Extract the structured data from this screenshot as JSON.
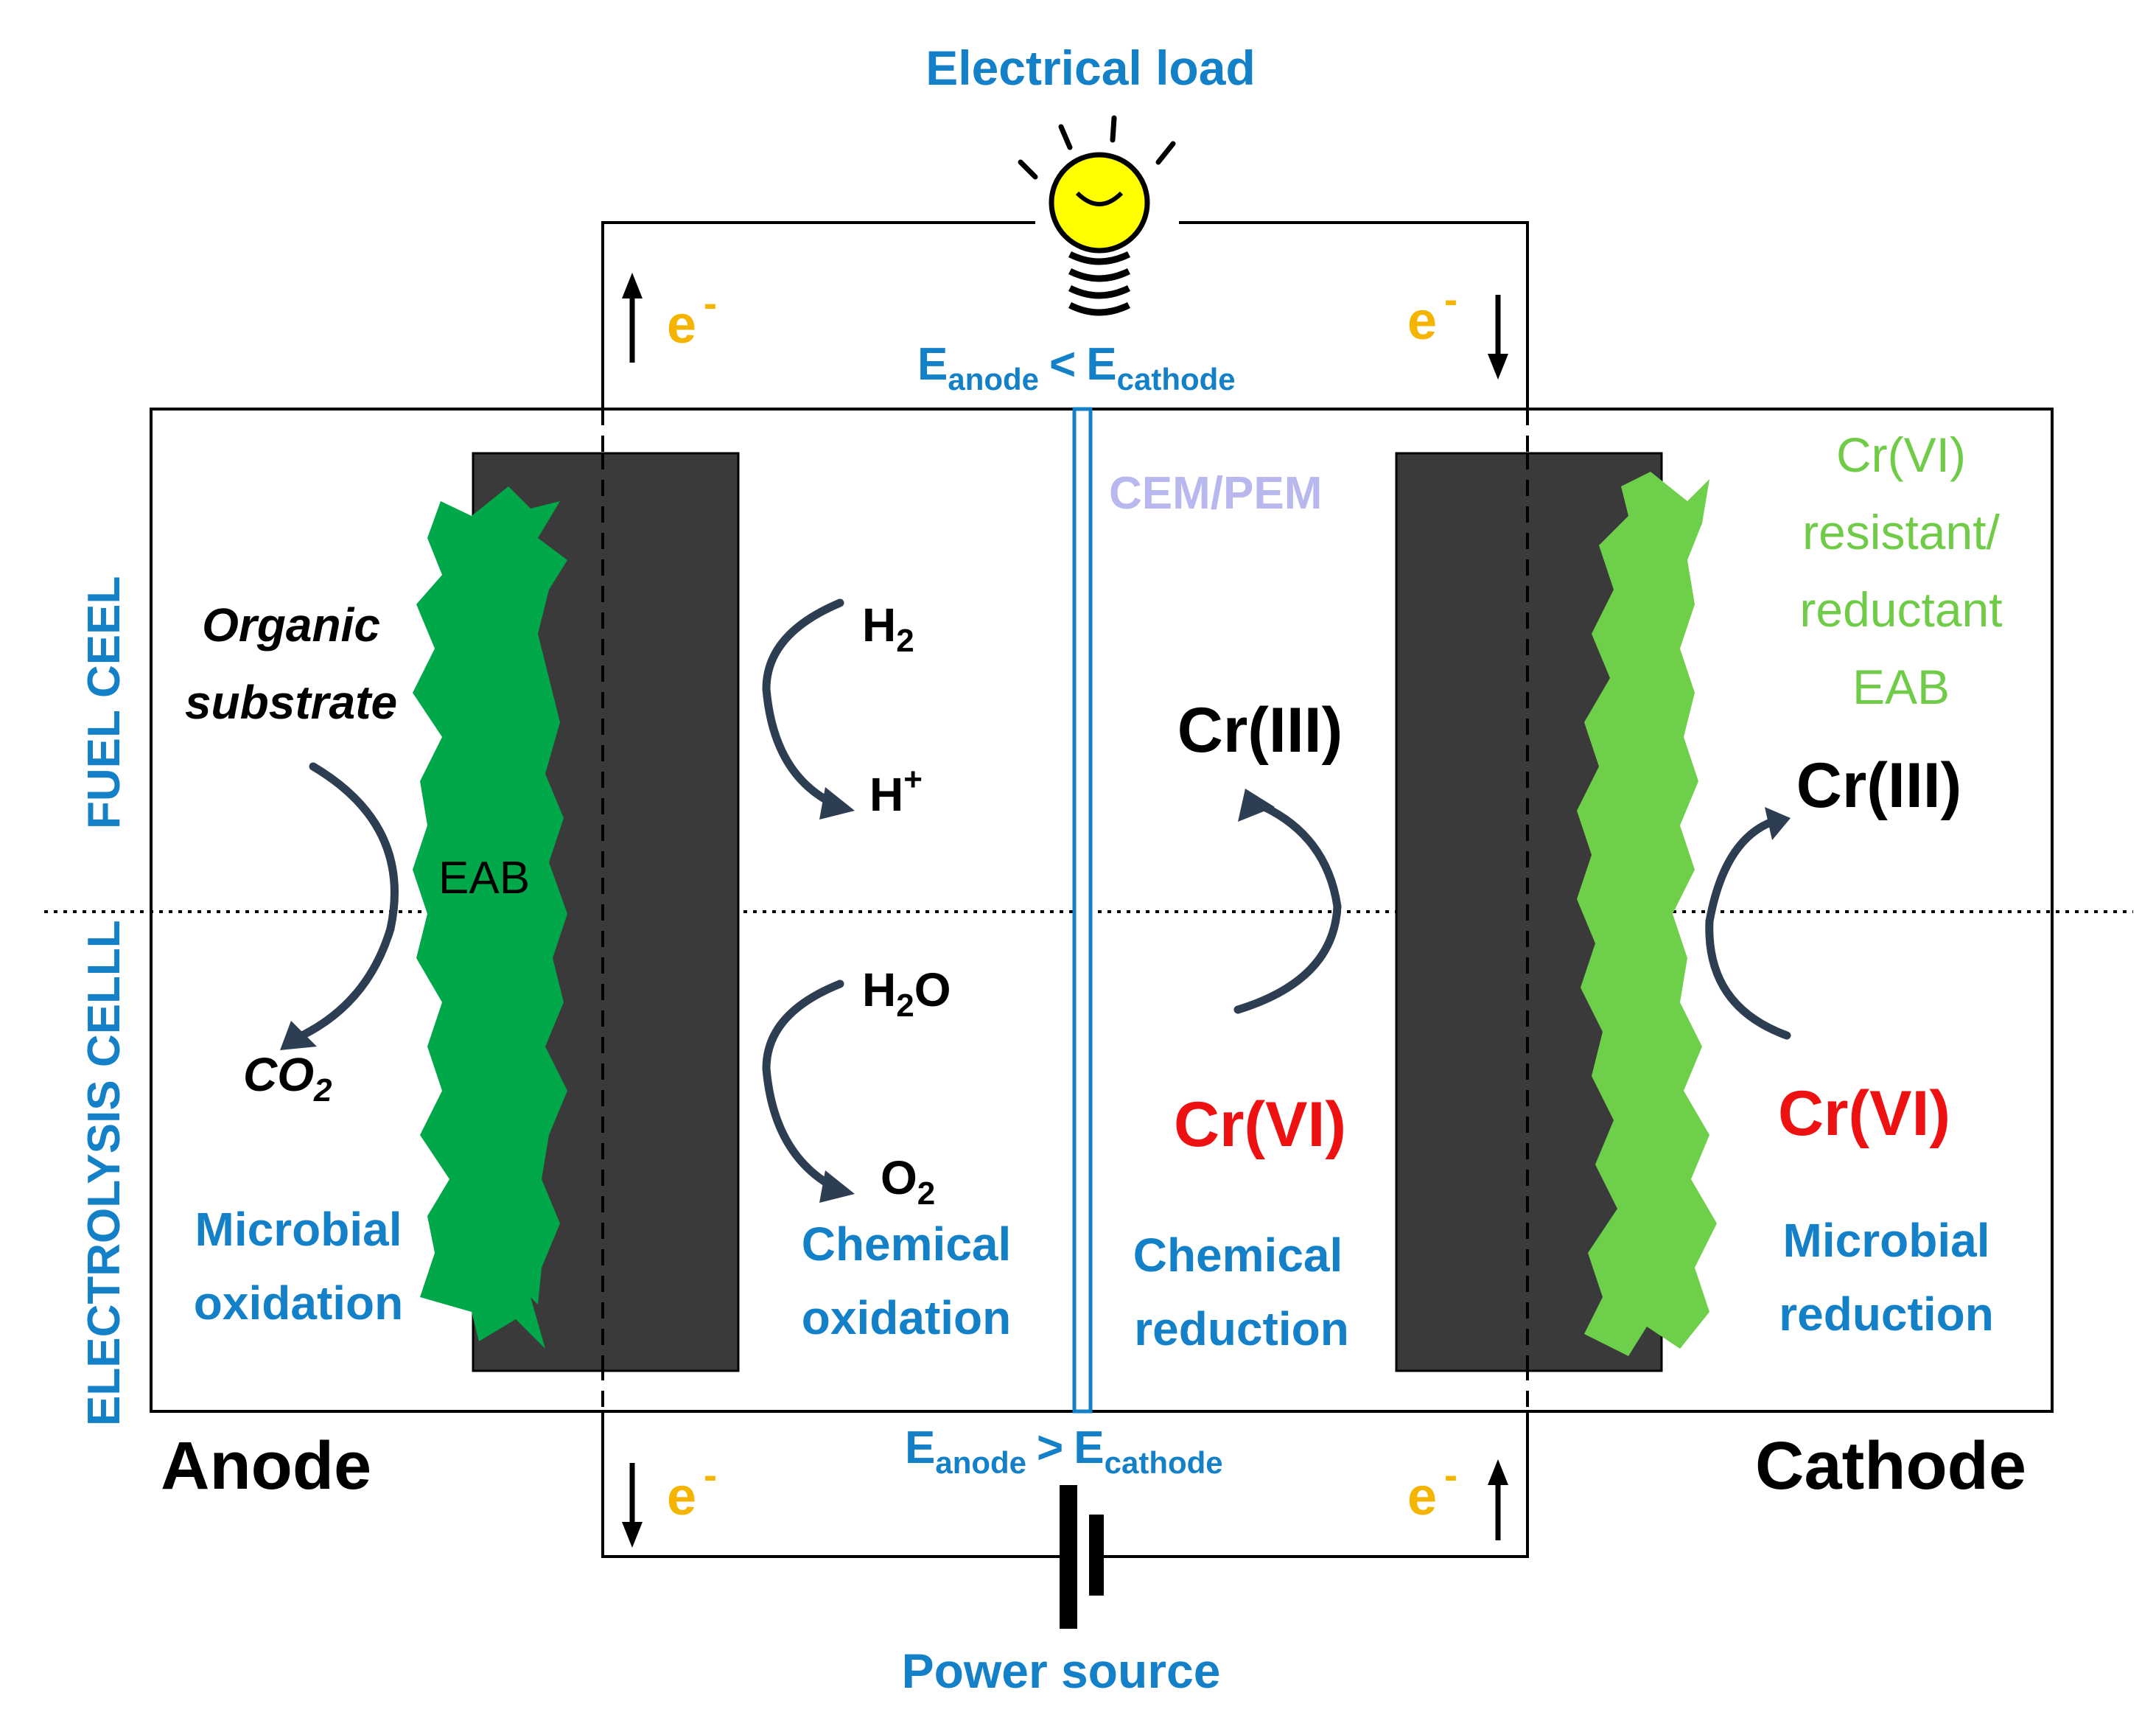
{
  "labels": {
    "electrical_load": "Electrical load",
    "power_source": "Power source",
    "anode": "Anode",
    "cathode": "Cathode",
    "fuel_cell": "FUEL CEEL",
    "electrolysis_cell": "ELECTROLYSIS CELLL",
    "membrane": "CEM/PEM",
    "eab": "EAB",
    "electron": "e",
    "electron_charge": "-",
    "e_symbol": "E",
    "anode_sub": "anode",
    "cathode_sub": "cathode",
    "less_than": "<",
    "greater_than": ">"
  },
  "anode_side": {
    "organic": "Organic",
    "substrate": "substrate",
    "co2_base": "CO",
    "co2_sub": "2",
    "microbial": "Microbial",
    "oxidation": "oxidation"
  },
  "anode_reactions": {
    "h2_base": "H",
    "h2_sub": "2",
    "hplus_base": "H",
    "hplus_sup": "+",
    "h2o_h": "H",
    "h2o_sub": "2",
    "h2o_o": "O",
    "o2_base": "O",
    "o2_sub": "2",
    "chemical": "Chemical",
    "oxidation": "oxidation"
  },
  "cathode_chem": {
    "cr3": "Cr(III)",
    "cr6": "Cr(VI)",
    "chemical": "Chemical",
    "reduction": "reduction"
  },
  "cathode_bio": {
    "eab_line1": "Cr(VI)",
    "eab_line2": "resistant/",
    "eab_line3": "reductant",
    "eab_line4": "EAB",
    "cr3": "Cr(III)",
    "cr6": "Cr(VI)",
    "microbial": "Microbial",
    "reduction": "reduction"
  },
  "colors": {
    "label_blue": "#1480c8",
    "anode_biofilm": "#00a84a",
    "cathode_biofilm": "#6ed04a",
    "electrode": "#3a3a3a",
    "electron": "#f4b400",
    "cr6_red": "#ee1111",
    "membrane": "#1480c8",
    "bulb": "#ffff00"
  },
  "icons": [
    "light-bulb-icon",
    "battery-icon",
    "electron-arrow-icon"
  ]
}
